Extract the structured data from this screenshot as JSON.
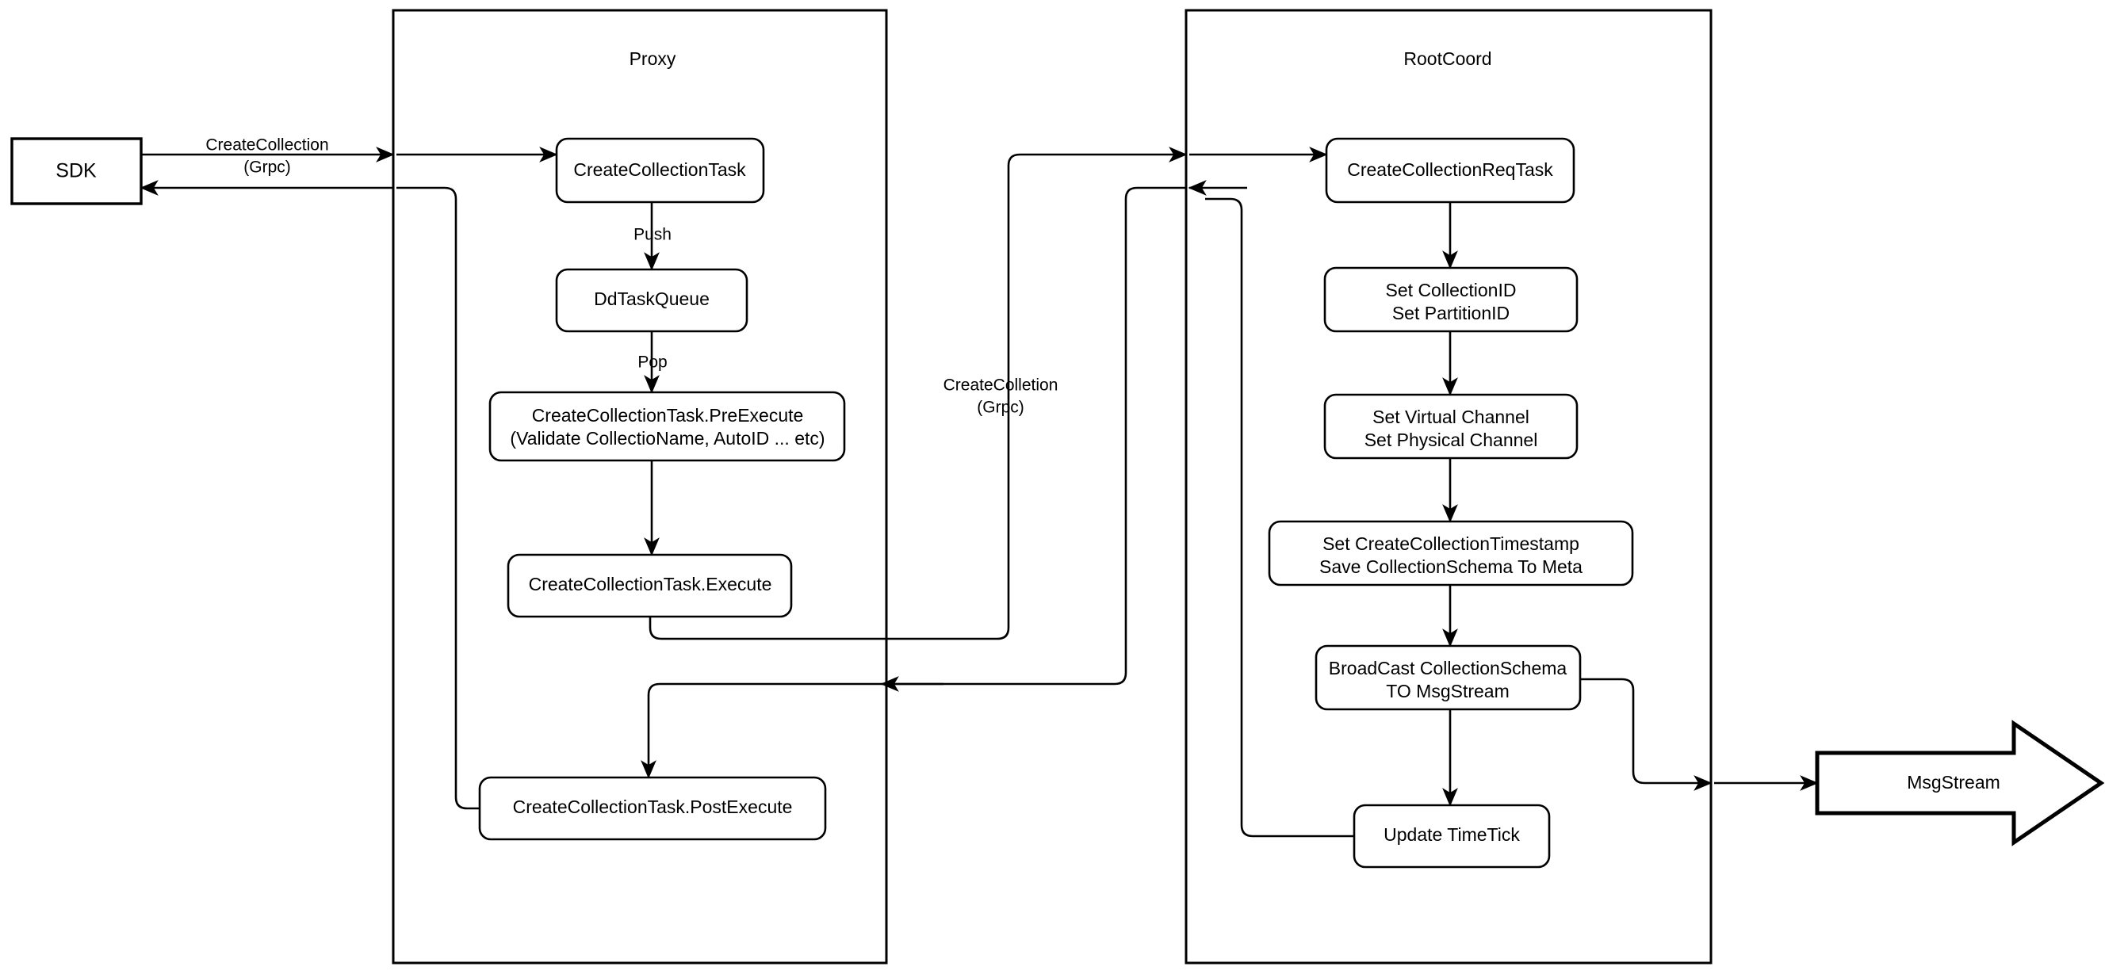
{
  "diagram": {
    "title_text": "",
    "colors": {
      "background": "#ffffff",
      "stroke": "#000000",
      "fill": "#ffffff"
    },
    "lanes": [
      {
        "id": "proxy",
        "label": "Proxy"
      },
      {
        "id": "rootcoord",
        "label": "RootCoord"
      }
    ],
    "external_nodes": {
      "sdk": {
        "label": "SDK",
        "shape": "rectangle"
      },
      "msgstream": {
        "label": "MsgStream",
        "shape": "block-arrow"
      }
    },
    "proxy_nodes": [
      {
        "id": "create-collection-task",
        "label": "CreateCollectionTask",
        "lines": [
          "CreateCollectionTask"
        ]
      },
      {
        "id": "dd-task-queue",
        "label": "DdTaskQueue",
        "lines": [
          "DdTaskQueue"
        ]
      },
      {
        "id": "pre-execute",
        "label": "CreateCollectionTask.PreExecute (Validate CollectioName, AutoID ... etc)",
        "lines": [
          "CreateCollectionTask.PreExecute",
          "(Validate CollectioName, AutoID ... etc)"
        ]
      },
      {
        "id": "execute",
        "label": "CreateCollectionTask.Execute",
        "lines": [
          "CreateCollectionTask.Execute"
        ]
      },
      {
        "id": "post-execute",
        "label": "CreateCollectionTask.PostExecute",
        "lines": [
          "CreateCollectionTask.PostExecute"
        ]
      }
    ],
    "rootcoord_nodes": [
      {
        "id": "create-collection-req-task",
        "label": "CreateCollectionReqTask",
        "lines": [
          "CreateCollectionReqTask"
        ]
      },
      {
        "id": "set-ids",
        "label": "Set CollectionID / Set PartitionID",
        "lines": [
          "Set CollectionID",
          "Set PartitionID"
        ]
      },
      {
        "id": "set-channels",
        "label": "Set Virtual Channel / Set Physical Channel",
        "lines": [
          "Set Virtual Channel",
          "Set Physical Channel"
        ]
      },
      {
        "id": "set-timestamp-save-meta",
        "label": "Set CreateCollectionTimestamp / Save CollectionSchema To Meta",
        "lines": [
          "Set CreateCollectionTimestamp",
          "Save CollectionSchema To Meta"
        ]
      },
      {
        "id": "broadcast-schema",
        "label": "BroadCast CollectionSchema TO MsgStream",
        "lines": [
          "BroadCast CollectionSchema",
          "TO MsgStream"
        ]
      },
      {
        "id": "update-timetick",
        "label": "Update TimeTick",
        "lines": [
          "Update TimeTick"
        ]
      }
    ],
    "edge_labels": [
      {
        "id": "sdk-to-proxy",
        "lines": [
          "CreateCollection",
          "(Grpc)"
        ]
      },
      {
        "id": "push",
        "lines": [
          "Push"
        ]
      },
      {
        "id": "pop",
        "lines": [
          "Pop"
        ]
      },
      {
        "id": "proxy-to-rootcoord",
        "lines": [
          "CreateColletion",
          "(Grpc)"
        ]
      }
    ]
  }
}
